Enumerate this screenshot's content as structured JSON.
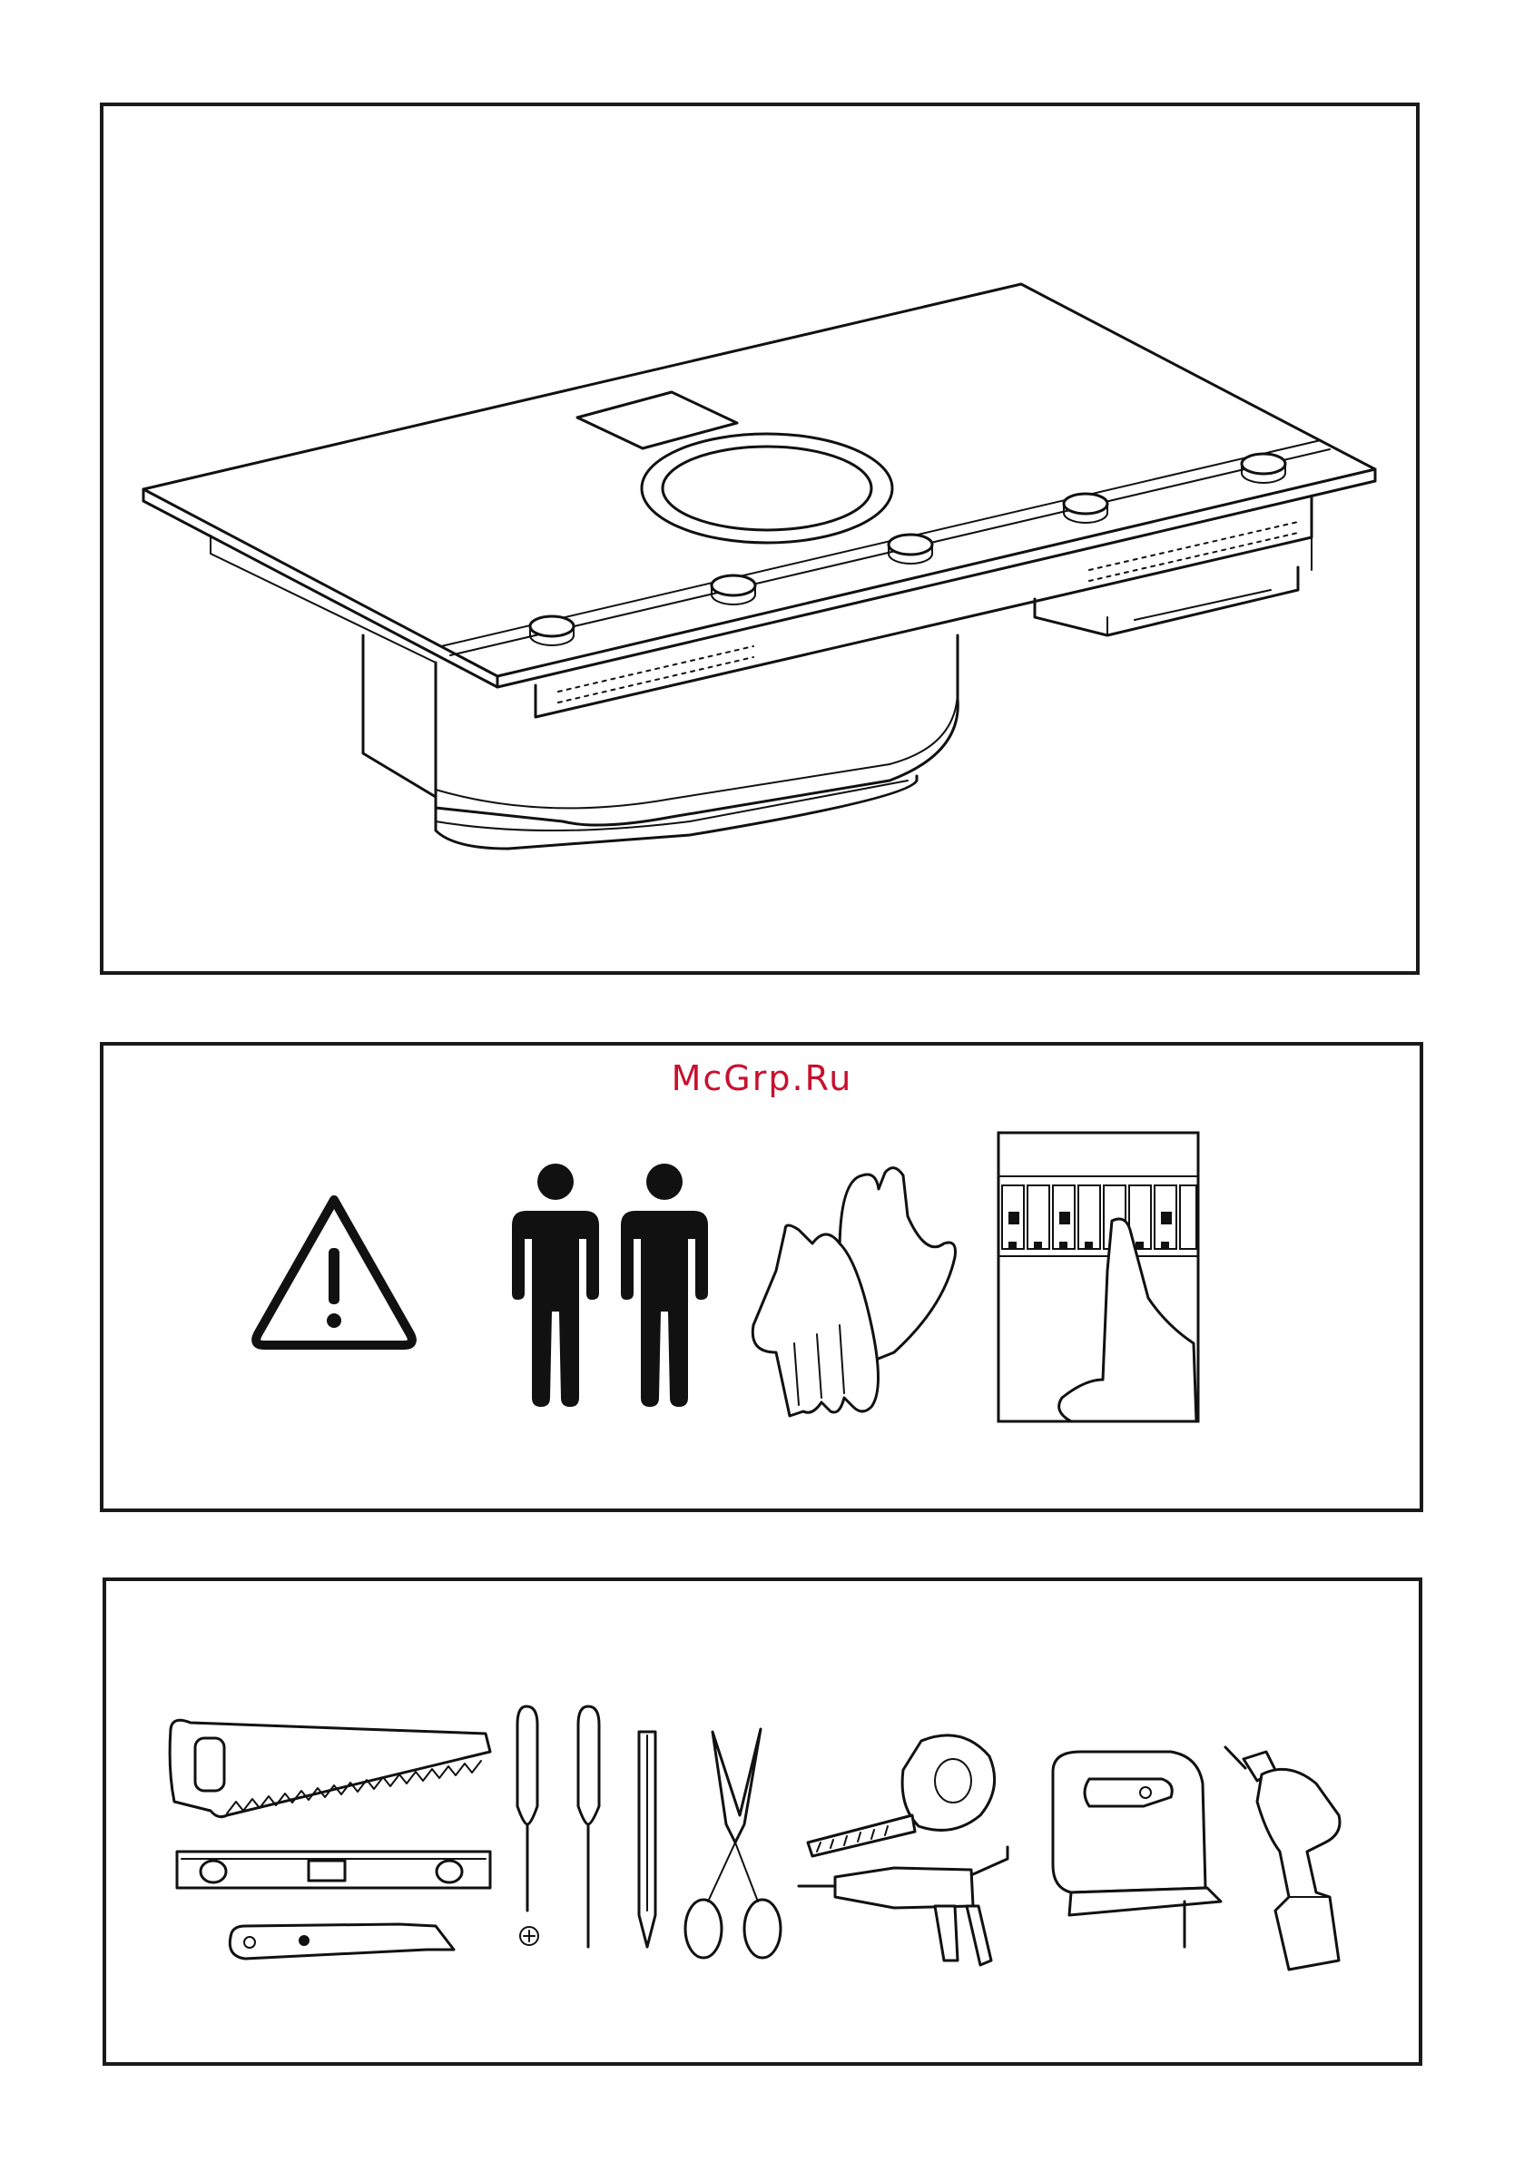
{
  "watermark": {
    "text": "McGrp.Ru",
    "color": "#c8102e"
  },
  "panels": [
    {
      "id": "hob-illustration",
      "content": "induction-hob-with-downdraft-extractor"
    },
    {
      "id": "safety-requirements",
      "icons": [
        "warning-triangle-icon",
        "two-persons-icon",
        "protective-gloves-icon",
        "circuit-breaker-icon"
      ]
    },
    {
      "id": "required-tools",
      "icons": [
        "hand-saw-icon",
        "spirit-level-icon",
        "utility-knife-icon",
        "flat-screwdriver-icon",
        "phillips-screwdriver-icon",
        "pencil-icon",
        "scissors-icon",
        "tape-measure-icon",
        "sealant-gun-icon",
        "jigsaw-icon",
        "power-drill-icon"
      ]
    }
  ]
}
